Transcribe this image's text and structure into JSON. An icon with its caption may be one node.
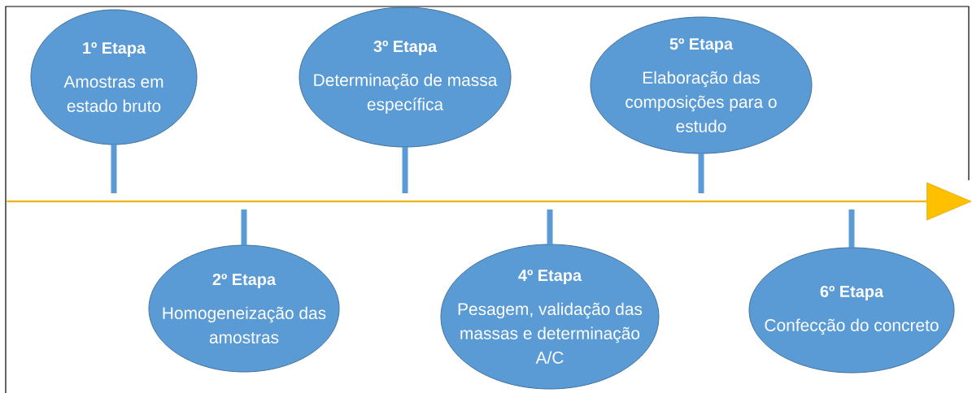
{
  "diagram": {
    "nodes": [
      {
        "text": [
          "1º Etapa",
          "Amostras em estado bruto"
        ]
      },
      {
        "text": [
          "2º Etapa",
          "Homogeneização das amostras"
        ]
      },
      {
        "text": [
          "3º Etapa",
          "Determinação de massa específica"
        ]
      },
      {
        "text": [
          "4º Etapa",
          "Pesagem, validação das massas e determinação A/C"
        ]
      },
      {
        "text": [
          "5º Etapa",
          "Elaboração das composições para o estudo"
        ]
      },
      {
        "text": [
          "6º Etapa",
          "Confecção do concreto"
        ]
      },
      {
        "text": [],
        "shape": "arrow"
      }
    ],
    "edges": [
      {
        "from": 0,
        "to": 6,
        "arrow": "none"
      },
      {
        "from": 1,
        "to": 6,
        "arrow": "none"
      },
      {
        "from": 2,
        "to": 6,
        "arrow": "none"
      },
      {
        "from": 3,
        "to": 6,
        "arrow": "none"
      },
      {
        "from": 4,
        "to": 6,
        "arrow": "none"
      },
      {
        "from": 5,
        "to": 6,
        "arrow": "none"
      }
    ]
  }
}
